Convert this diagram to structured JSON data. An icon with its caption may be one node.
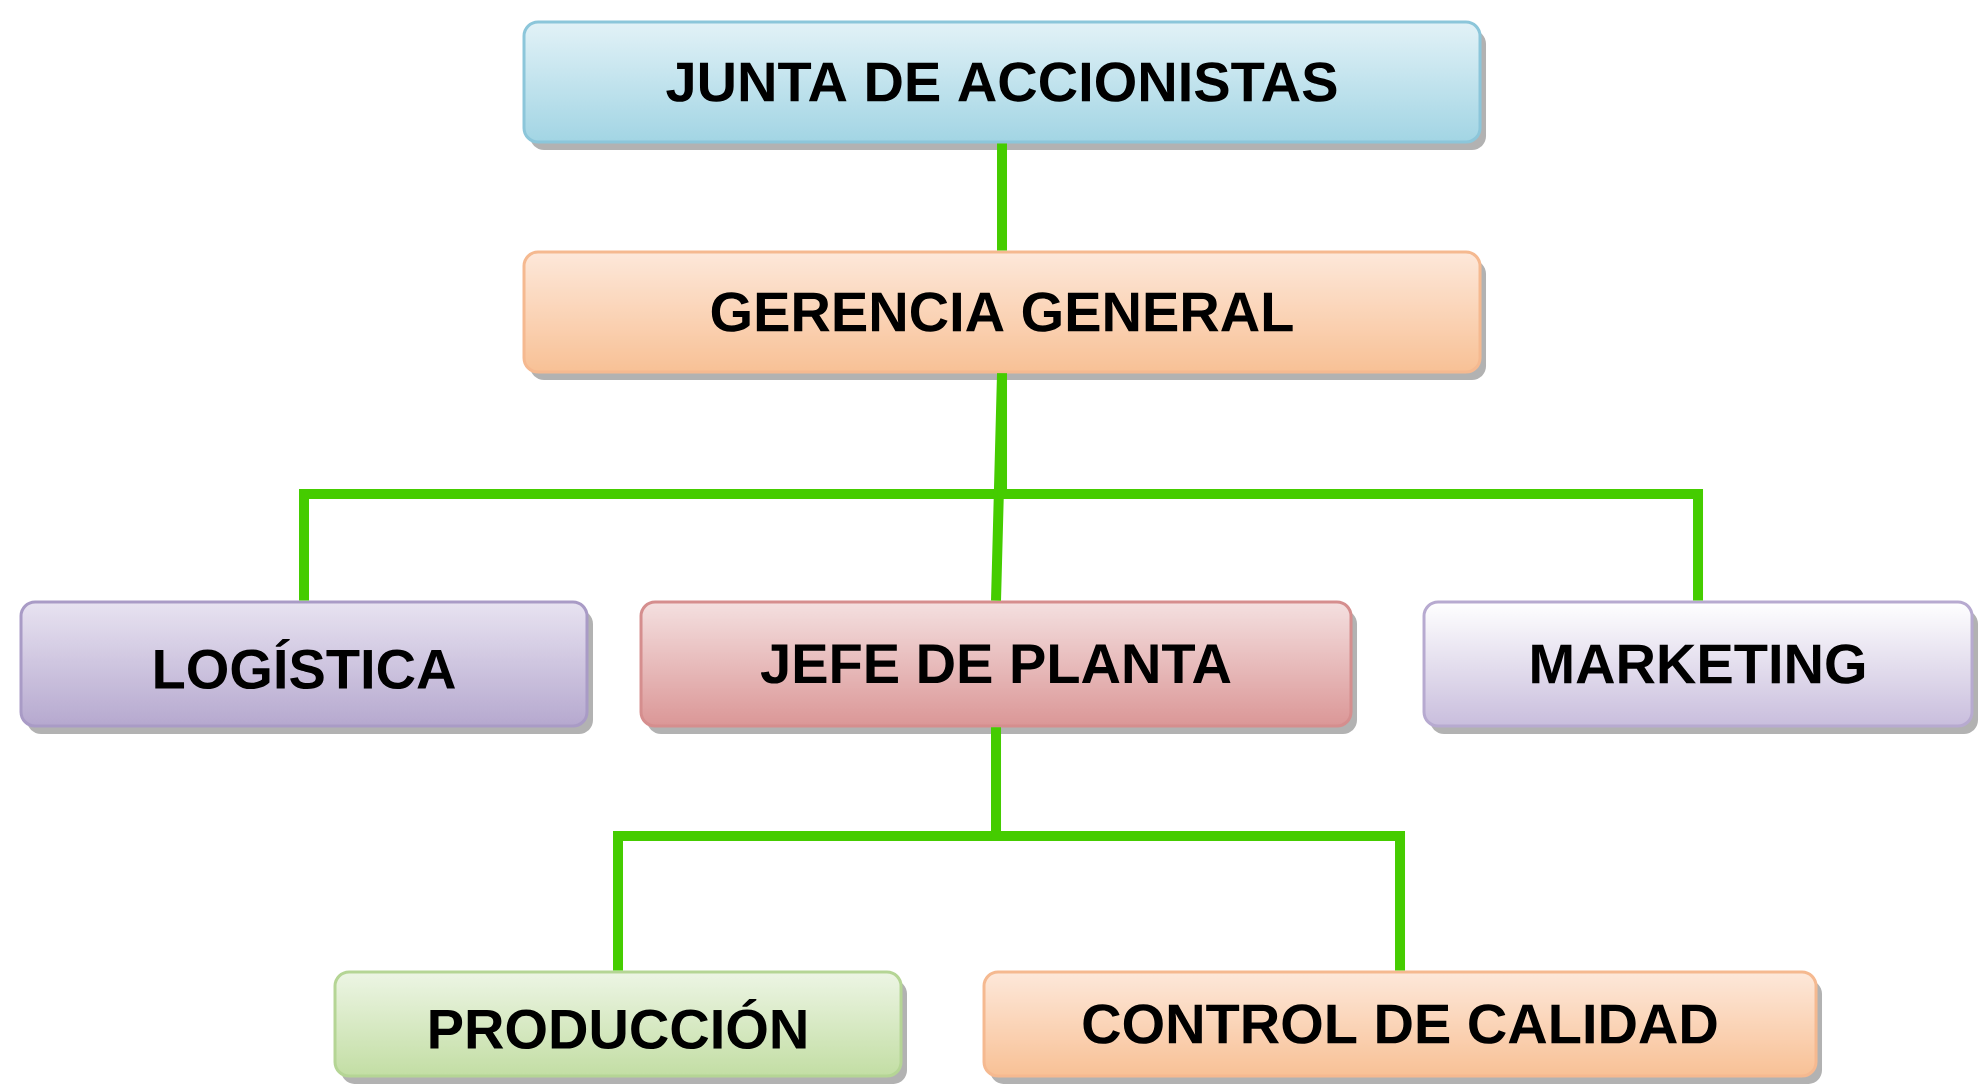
{
  "diagram": {
    "nodes": [
      {
        "text": [
          "JUNTA DE ACCIONISTAS"
        ]
      },
      {
        "text": [
          "GERENCIA GENERAL"
        ]
      },
      {
        "text": [
          "LOGÍSTICA"
        ]
      },
      {
        "text": [
          "JEFE DE PLANTA"
        ]
      },
      {
        "text": [
          "MARKETING"
        ]
      },
      {
        "text": [
          "PRODUCCIÓN"
        ]
      },
      {
        "text": [
          "CONTROL DE CALIDAD"
        ]
      }
    ],
    "edges": [
      {
        "from": 0,
        "to": 1,
        "arrow": "none"
      },
      {
        "from": 1,
        "to": 2,
        "arrow": "none"
      },
      {
        "from": 1,
        "to": 3,
        "arrow": "none"
      },
      {
        "from": 1,
        "to": 4,
        "arrow": "none"
      },
      {
        "from": 3,
        "to": 5,
        "arrow": "none"
      },
      {
        "from": 3,
        "to": 6,
        "arrow": "none"
      }
    ]
  }
}
